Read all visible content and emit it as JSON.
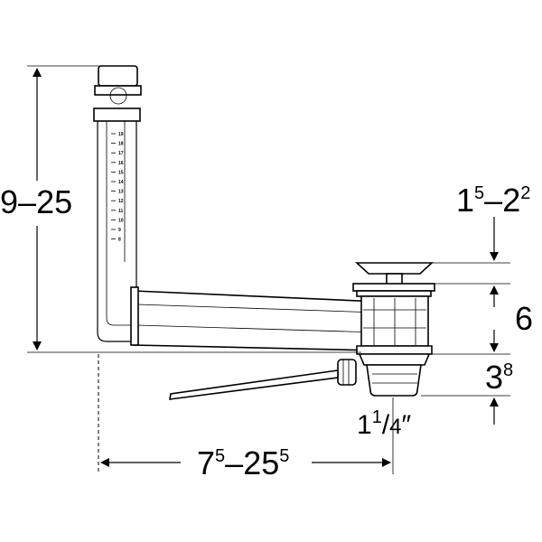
{
  "dimensions": {
    "height_range": {
      "a": "9",
      "dash": "–",
      "b": "25"
    },
    "plug_gap": {
      "base": "1",
      "sup1": "5",
      "dash": "–",
      "base2": "2",
      "sup2": "2"
    },
    "trap_height": {
      "value": "6"
    },
    "outlet_height": {
      "base": "3",
      "sup": "8"
    },
    "outlet_size": {
      "whole": "1",
      "num": "1",
      "slash": "/",
      "den": "4",
      "mark": "″"
    },
    "horizontal_range": {
      "a": "7",
      "a_sup": "5",
      "dash": "–",
      "b": "25",
      "b_sup": "5"
    }
  },
  "scale_marks": [
    "19",
    "18",
    "17",
    "16",
    "15",
    "14",
    "13",
    "12",
    "11",
    "10",
    "9",
    "8"
  ],
  "colors": {
    "line": "#000000",
    "background": "#ffffff"
  }
}
